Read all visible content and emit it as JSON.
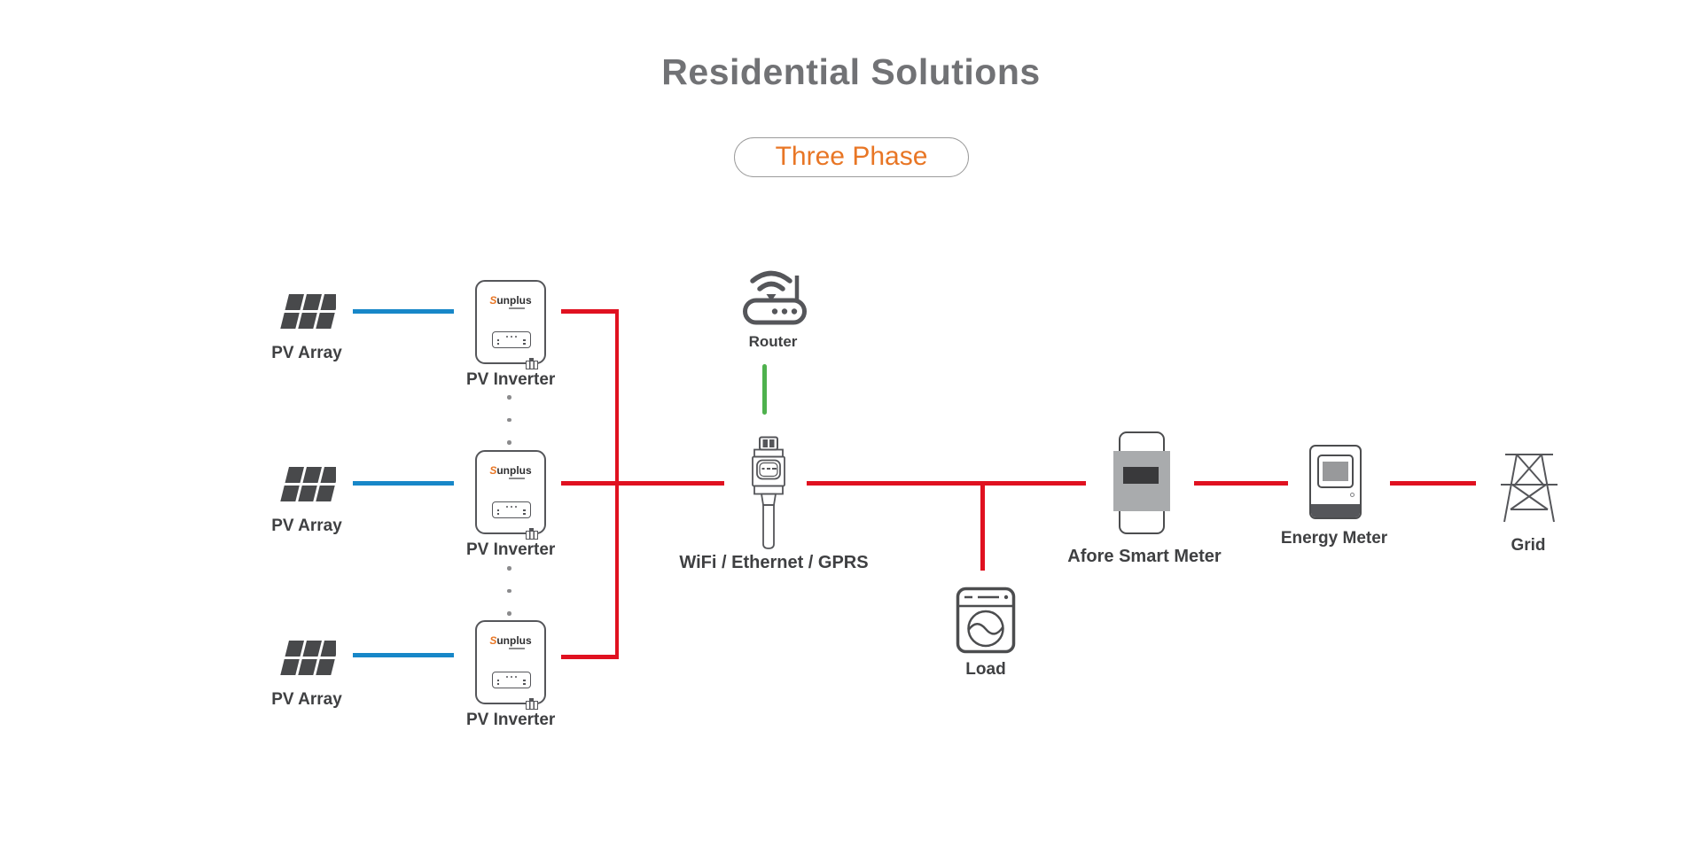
{
  "title": "Residential Solutions",
  "badge": {
    "label": "Three Phase"
  },
  "colors": {
    "title_text": "#717275",
    "badge_text": "#e87625",
    "badge_border": "#9b9b9b",
    "label_text": "#3f4042",
    "icon_stroke": "#55565a",
    "pv_dc_line": "#1787c8",
    "ac_power_line": "#e01120",
    "comm_line": "#4eb14d"
  },
  "nodes": {
    "pv_arrays": [
      {
        "label": "PV Array"
      },
      {
        "label": "PV Array"
      },
      {
        "label": "PV Array"
      }
    ],
    "inverters": [
      {
        "label": "PV Inverter",
        "brand": "Sunplus"
      },
      {
        "label": "PV Inverter",
        "brand": "Sunplus"
      },
      {
        "label": "PV Inverter",
        "brand": "Sunplus"
      }
    ],
    "router": {
      "label": "Router"
    },
    "dongle": {
      "label": "WiFi / Ethernet / GPRS"
    },
    "load": {
      "label": "Load"
    },
    "smart_meter": {
      "label": "Afore Smart Meter"
    },
    "energy_meter": {
      "label": "Energy Meter"
    },
    "grid": {
      "label": "Grid"
    }
  },
  "connections": [
    {
      "from": "pv-array-1",
      "to": "pv-inverter-1",
      "type": "dc",
      "color": "#1787c8"
    },
    {
      "from": "pv-array-2",
      "to": "pv-inverter-2",
      "type": "dc",
      "color": "#1787c8"
    },
    {
      "from": "pv-array-3",
      "to": "pv-inverter-3",
      "type": "dc",
      "color": "#1787c8"
    },
    {
      "from": "pv-inverters",
      "to": "wifi-dongle",
      "type": "ac-bus",
      "color": "#e01120"
    },
    {
      "from": "router",
      "to": "wifi-dongle",
      "type": "communication",
      "color": "#4eb14d"
    },
    {
      "from": "wifi-dongle",
      "to": "afore-smart-meter",
      "type": "ac",
      "color": "#e01120"
    },
    {
      "from": "ac-bus",
      "to": "load",
      "type": "ac",
      "color": "#e01120"
    },
    {
      "from": "afore-smart-meter",
      "to": "energy-meter",
      "type": "ac",
      "color": "#e01120"
    },
    {
      "from": "energy-meter",
      "to": "grid",
      "type": "ac",
      "color": "#e01120"
    }
  ]
}
